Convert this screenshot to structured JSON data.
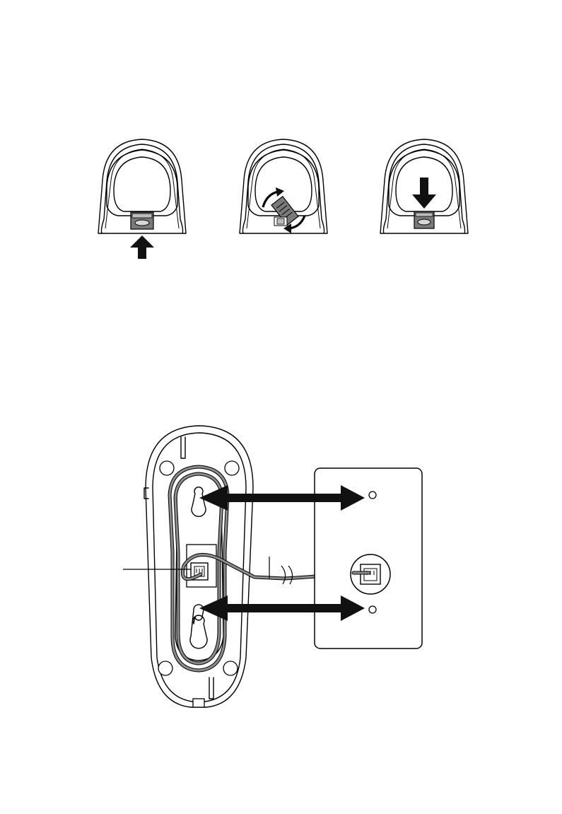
{
  "figures": [
    {
      "id": "step-insert-clip",
      "arrow": "up"
    },
    {
      "id": "step-rotate-clip",
      "arrow": "rotate"
    },
    {
      "id": "step-push-clip-down",
      "arrow": "down"
    }
  ],
  "wall_mount": {
    "mount_holes": 2,
    "phone_jacks": 2
  },
  "colors": {
    "line": "#000000",
    "cord_gray": "#8c8c8c",
    "clip_gray": "#7a7a7a",
    "arrow_fill": "#111111"
  }
}
